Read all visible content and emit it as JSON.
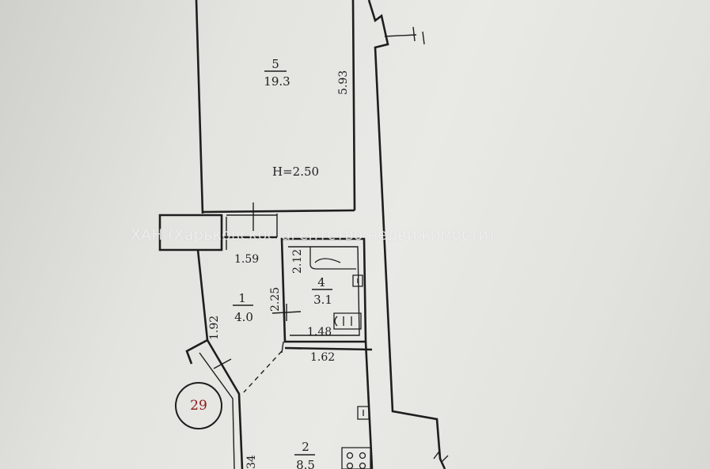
{
  "watermark": "ХАН (Харьковское агентство недвижимости)",
  "apartment_number": "29",
  "ceiling_height": "H=2.50",
  "rooms": [
    {
      "number": "5",
      "area": "19.3"
    },
    {
      "number": "4",
      "area": "3.1"
    },
    {
      "number": "1",
      "area": "4.0"
    },
    {
      "number": "2",
      "area": "8.5"
    }
  ],
  "dimensions": {
    "room5_length": "5.93",
    "corridor_width": "1.59",
    "bath_height": "2.12",
    "hall_height": "2.25",
    "bath_width": "1.48",
    "hall_side": "1.92",
    "kitchen_width": "1.62",
    "kitchen_side": "34"
  },
  "colors": {
    "ink": "#1e1e1e",
    "badge_text": "#8b1a1a",
    "paper": "#e3e3df"
  }
}
